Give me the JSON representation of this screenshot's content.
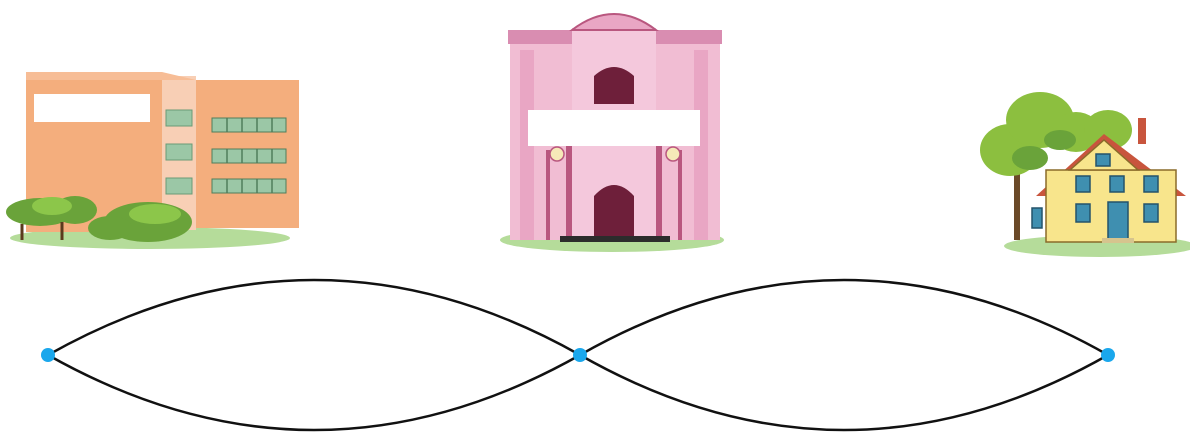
{
  "buildings": [
    {
      "id": "office-building",
      "kind": "office"
    },
    {
      "id": "town-hall",
      "kind": "civic"
    },
    {
      "id": "house",
      "kind": "house"
    }
  ],
  "routes": [
    {
      "from": "point-a",
      "to": "point-b",
      "paths": 2
    },
    {
      "from": "point-b",
      "to": "point-c",
      "paths": 2
    }
  ],
  "colors": {
    "point": "#1aa7ec",
    "route": "#111111",
    "office_wall": "#f4ae7d",
    "office_side": "#f8c6a4",
    "hall_pink": "#e9a6c4",
    "hall_dark": "#b9577f",
    "house_wall": "#f8e58c",
    "house_roof": "#c8553d",
    "tree": "#8cbf3f",
    "grass": "#a8d48b"
  }
}
